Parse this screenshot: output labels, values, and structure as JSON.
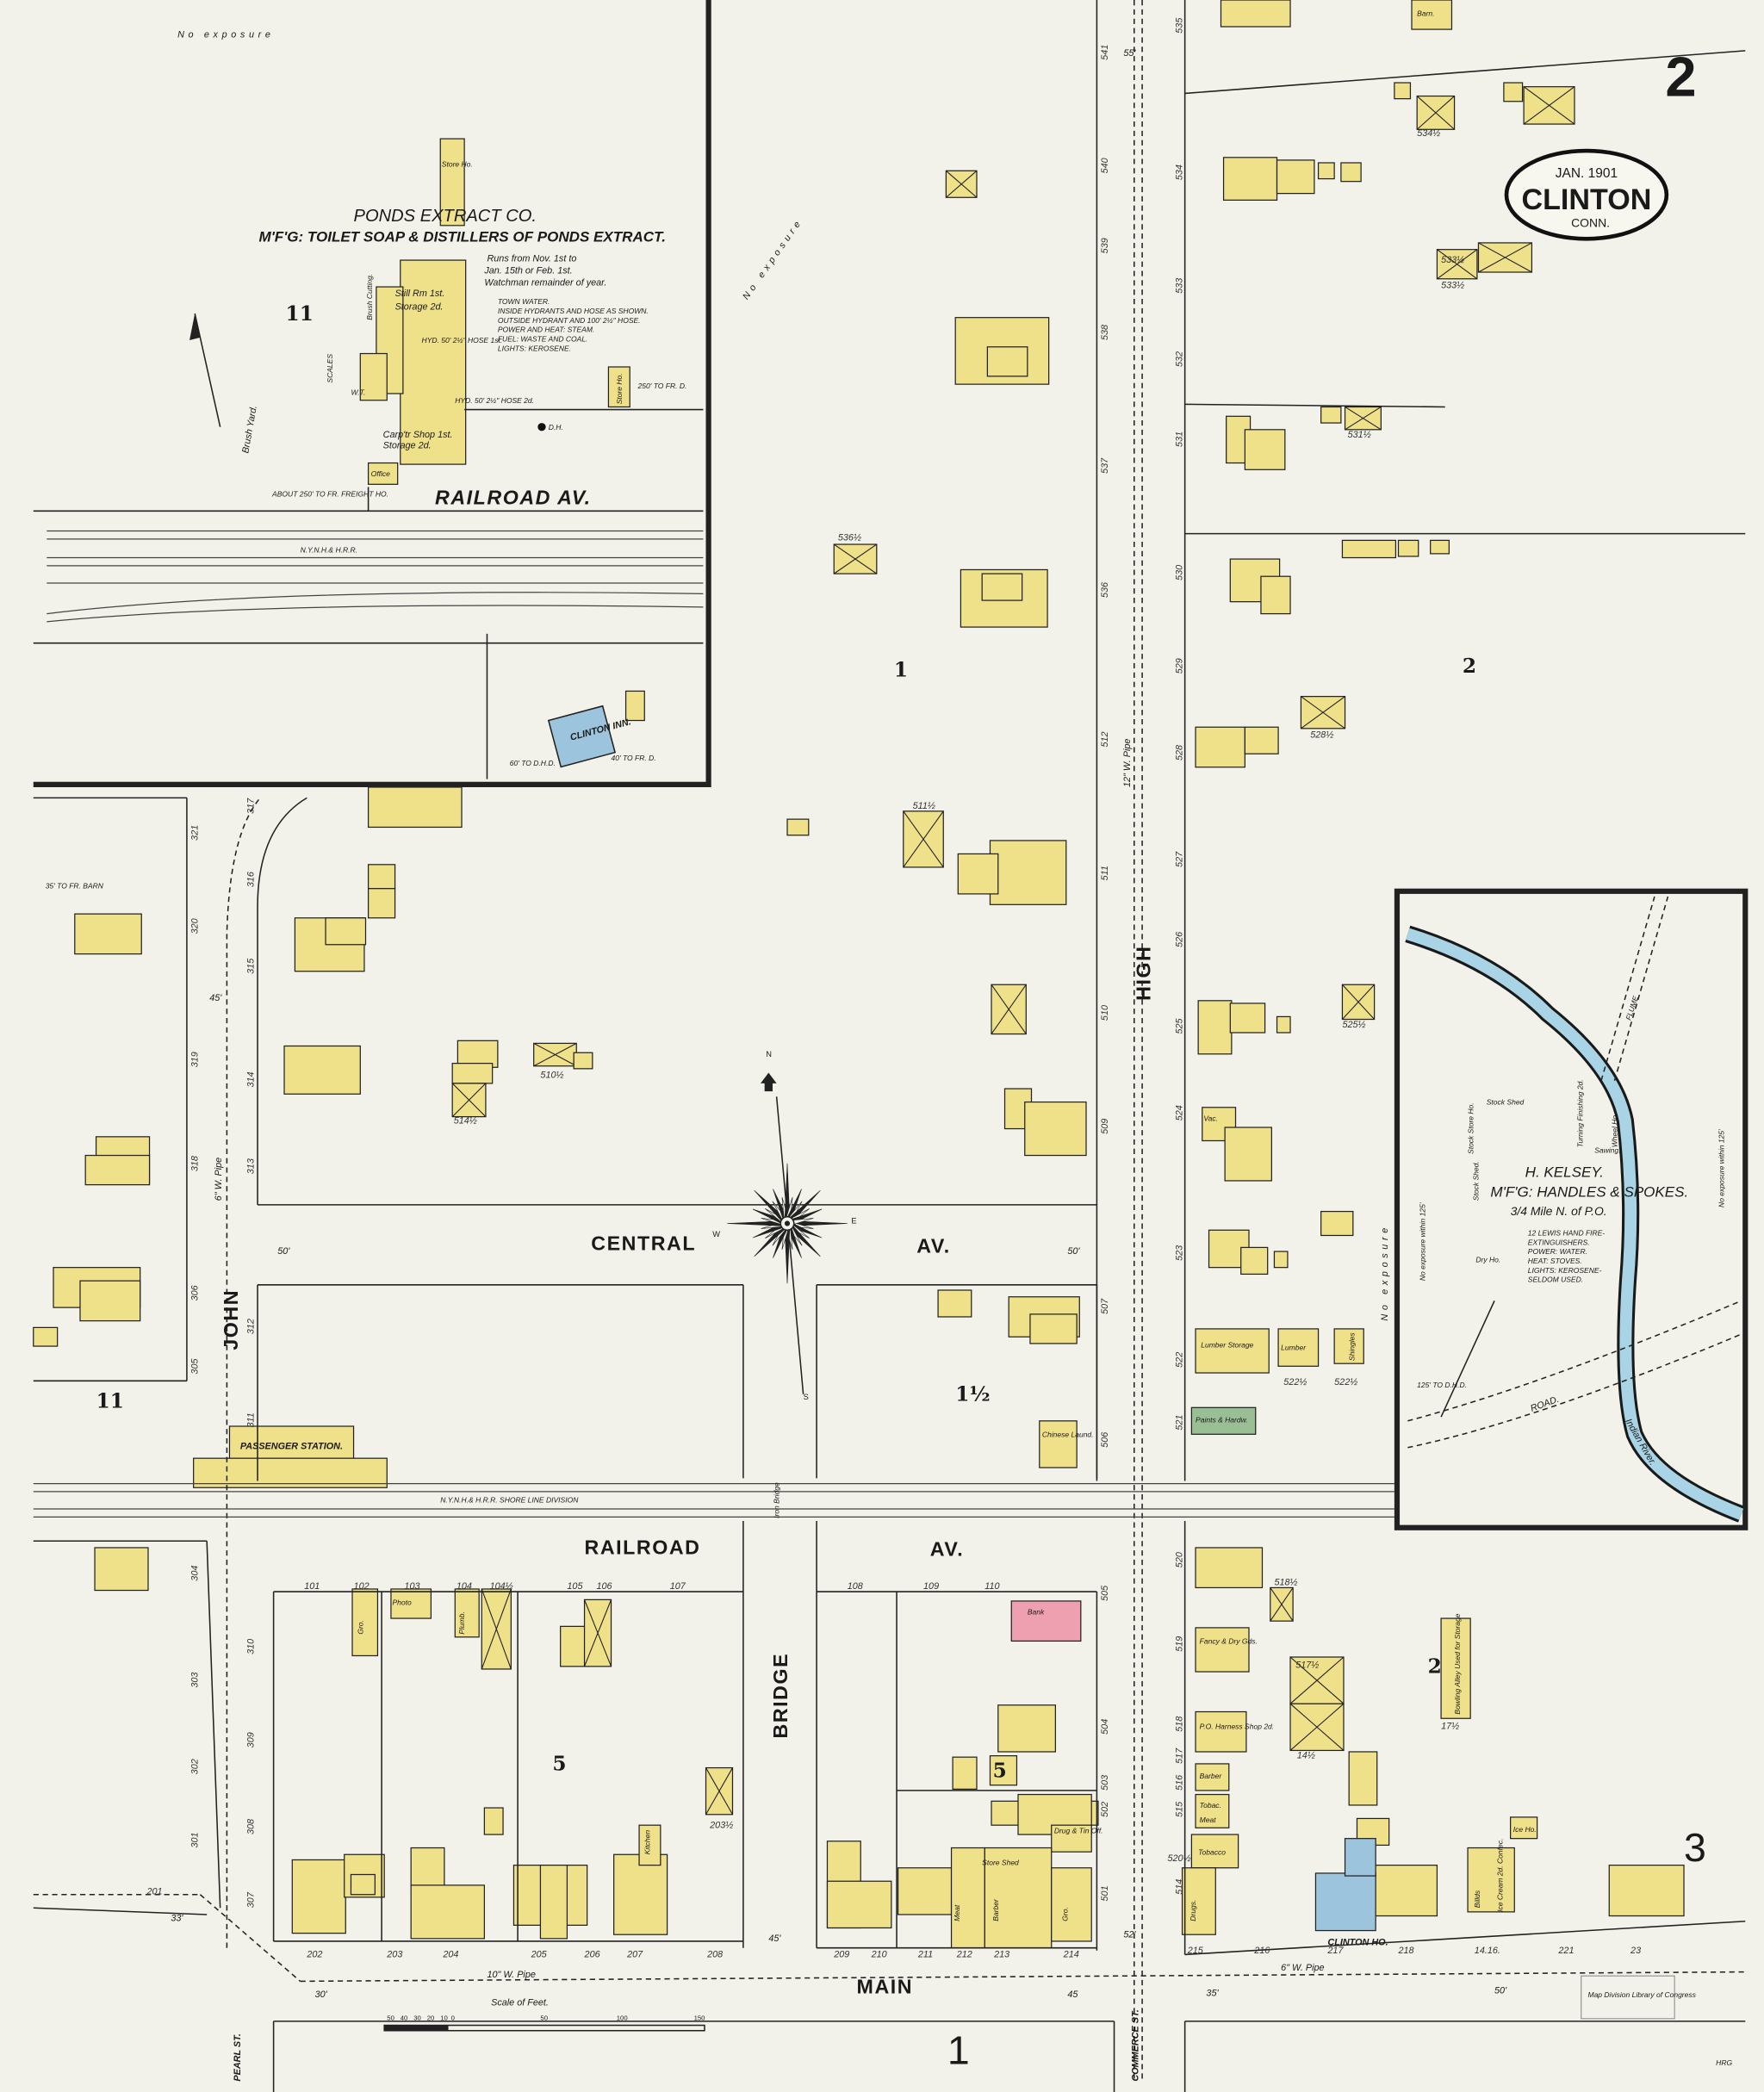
{
  "sheet_number": "2",
  "title_block": {
    "date": "JAN. 1901",
    "city": "CLINTON",
    "state": "CONN."
  },
  "colors": {
    "paper": "#f2f2ea",
    "frame": "#efe08a",
    "brick": "#efa0b0",
    "stone": "#9cc4dd",
    "special": "#9bbf95",
    "water": "#a8d4e6"
  },
  "streets": {
    "high": "HIGH",
    "central": "CENTRAL",
    "central_av": "AV.",
    "john": "JOHN",
    "railroad": "RAILROAD",
    "railroad_av": "AV.",
    "bridge": "BRIDGE",
    "main": "MAIN",
    "pearl": "PEARL ST.",
    "commerce": "COMMERCE ST.",
    "inset_railroad": "RAILROAD AV.",
    "road": "ROAD."
  },
  "blocks": {
    "b11_inset": "11",
    "b1": "1",
    "b2": "2",
    "b11": "11",
    "b1half": "1½",
    "b5a": "5",
    "b5b": "5",
    "b2s": "2",
    "b3": "3",
    "b1s": "1"
  },
  "widths": {
    "w55": "55'",
    "w45": "45'",
    "w50a": "50'",
    "w50b": "50'",
    "w45b": "45'",
    "w52": "52'",
    "w35": "35'",
    "w33": "33'",
    "w30": "30'",
    "w50c": "50'",
    "w45c": "45"
  },
  "pipes": {
    "high": "12\" W. Pipe",
    "john": "6\" W. Pipe",
    "main": "10\" W. Pipe",
    "main_e": "6\" W. Pipe"
  },
  "railroad": {
    "inset": "N.Y.N.H.& H.R.R.",
    "main": "N.Y.N.H.& H.R.R.   SHORE LINE DIVISION",
    "bridge": "Iron Bridge"
  },
  "ponds": {
    "name": "PONDS EXTRACT CO.",
    "business": "M'F'G: TOILET SOAP & DISTILLERS OF PONDS EXTRACT.",
    "notes": [
      "Runs from Nov. 1st to",
      "Jan. 15th or Feb. 1st.",
      "Watchman remainder of year."
    ],
    "protection": [
      "TOWN WATER.",
      "INSIDE HYDRANTS AND HOSE AS SHOWN.",
      "OUTSIDE HYDRANT AND 100' 2½\" HOSE.",
      "POWER AND HEAT: STEAM.",
      "FUEL: WASTE AND COAL.",
      "LIGHTS: KEROSENE."
    ],
    "still": "Still Rm 1st.",
    "storage": "Storage 2d.",
    "carp": "Carp'tr Shop 1st.",
    "carp2": "Storage 2d.",
    "office": "Office",
    "store1": "Store Ho.",
    "store2": "Store Ho.",
    "brush": "Brush Cutting.",
    "brush_yard": "Brush Yard.",
    "fr_d": "250' TO FR. D.",
    "freight": "ABOUT 250' TO FR. FREIGHT HO.",
    "scales": "SCALES",
    "wt": "W.T.",
    "hyd1": "HYD. 50' 2½\" HOSE 1st.",
    "hyd2": "HYD. 50' 2½\" HOSE 2d.",
    "dh": "D.H."
  },
  "kelsey": {
    "name": "H. KELSEY.",
    "business": "M'F'G: HANDLES & SPOKES.",
    "location": "3/4 Mile N. of P.O.",
    "notes": [
      "12 LEWIS HAND FIRE-",
      "EXTINGUISHERS.",
      "POWER: WATER.",
      "HEAT: STOVES.",
      "LIGHTS: KEROSENE-",
      "SELDOM USED."
    ],
    "stock_store": "Stock Store Ho.",
    "stock_shed": "Stock Shed",
    "stock_shed2": "Stock Shed.",
    "dry": "Dry Ho.",
    "turning": "Turning Finishing 2d.",
    "wheel": "Wheel Ho.",
    "sawing": "Sawing.",
    "flume": "FLUME",
    "river": "Indian River.",
    "no_exp": "No exposure within 125'",
    "dist": "125' TO D.H.D."
  },
  "labels": {
    "no_exposure_top": "No   exposure",
    "no_exposure_diag": "No   exposure",
    "no_exposure_high": "No   exposure",
    "clinton_inn": "CLINTON INN.",
    "inn_60": "60' TO D.H.D.",
    "inn_40": "40' TO FR. D.",
    "passenger": "PASSENGER STATION.",
    "bank": "Bank",
    "chinese": "Chinese Laund.",
    "lumber": "Lumber Storage",
    "lumber2": "Lumber",
    "shingles": "Shingles",
    "paints": "Paints & Hardw.",
    "fancy": "Fancy & Dry Gds.",
    "po": "P.O. Harness Shop 2d.",
    "barber": "Barber",
    "tobac": "Tobac.",
    "meat": "Meat",
    "tobacco": "Tobacco",
    "drugs": "Drugs.",
    "clinton_ho": "CLINTON HO.",
    "bowling": "Bowling Alley Used for Storage",
    "ice": "Ice Ho.",
    "billds": "Billds",
    "icecream": "Ice Cream 2d. Confec.",
    "photo": "Photo",
    "gro": "Gro.",
    "gro2": "Gro.",
    "plumb": "Plumb.",
    "drug_tin": "Drug & Tin Off.",
    "store_shed": "Store Shed",
    "meat2": "Meat",
    "barber2": "Barber",
    "vac": "Vac.",
    "barn": "Barn.",
    "fr_barn": "35' TO FR. BARN",
    "kitchen": "Kitchen",
    "scale": "Scale of Feet.",
    "scale_ticks": [
      "50",
      "40",
      "30",
      "20",
      "10",
      "0",
      "50",
      "100",
      "150"
    ],
    "library": "Map Division  Library of Congress",
    "initials": "HRG"
  },
  "compass": {
    "n": "N",
    "s": "S",
    "e": "E",
    "w": "W"
  },
  "house_numbers": {
    "high_w": [
      "541",
      "540",
      "539",
      "538",
      "537",
      "536",
      "512",
      "511",
      "510",
      "509",
      "507",
      "506",
      "505",
      "504",
      "503",
      "502",
      "501"
    ],
    "high_e": [
      "535",
      "534",
      "533",
      "532",
      "531",
      "530",
      "529",
      "528",
      "527",
      "526",
      "525",
      "524",
      "523",
      "522",
      "521",
      "520",
      "519",
      "518",
      "517",
      "516",
      "515",
      "514"
    ],
    "john_w": [
      "321",
      "320",
      "319",
      "318",
      "306",
      "305",
      "304",
      "303",
      "302",
      "301"
    ],
    "john_e": [
      "317",
      "316",
      "315",
      "314",
      "313",
      "312",
      "311",
      "310",
      "309",
      "308",
      "307"
    ],
    "railroad": [
      "101",
      "102",
      "103",
      "104",
      "104½",
      "105",
      "106",
      "107",
      "108",
      "109",
      "110"
    ],
    "main": [
      "201",
      "202",
      "203",
      "204",
      "205",
      "206",
      "207",
      "208",
      "209",
      "210",
      "211",
      "212",
      "213",
      "214",
      "215",
      "216",
      "217",
      "218",
      "14.16.",
      "221",
      "23"
    ],
    "misc": [
      "533½",
      "534½",
      "533½",
      "531½",
      "536½",
      "528½",
      "511½",
      "525½",
      "522½",
      "522½",
      "510½",
      "514½",
      "520½",
      "518½",
      "517½",
      "14½",
      "17½",
      "203½"
    ]
  }
}
